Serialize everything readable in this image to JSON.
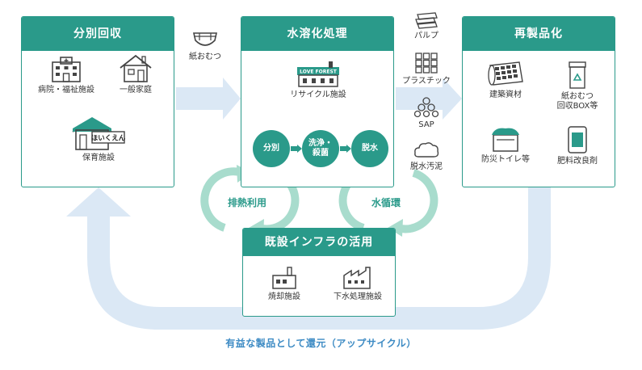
{
  "colors": {
    "teal": "#2a9a8a",
    "arrow_blue": "#dbe8f5",
    "caption_blue": "#3d8bc4",
    "cycle_green": "#a8dccd"
  },
  "sort": {
    "title": "分別回収",
    "items": [
      {
        "label": "病院・福祉施設",
        "icon": "hospital-icon"
      },
      {
        "label": "一般家庭",
        "icon": "house-icon"
      },
      {
        "label": "保育施設",
        "icon": "nursery-icon"
      }
    ],
    "nursery_sign": "ほいくえん"
  },
  "diaper": {
    "label": "紙おむつ",
    "icon": "diaper-icon"
  },
  "process": {
    "title": "水溶化処理",
    "facility_label": "リサイクル施設",
    "facility_sign": "LOVE FOREST",
    "steps": [
      "分別",
      "洗浄・\n殺菌",
      "脱水"
    ]
  },
  "outputs": [
    {
      "label": "パルプ",
      "icon": "pulp-icon"
    },
    {
      "label": "プラスチック",
      "icon": "plastic-icon"
    },
    {
      "label": "SAP",
      "icon": "sap-icon"
    },
    {
      "label": "脱水汚泥",
      "icon": "sludge-icon"
    }
  ],
  "remake": {
    "title": "再製品化",
    "items": [
      {
        "label": "建築資材",
        "icon": "building-material-icon"
      },
      {
        "label": "紙おむつ\n回収BOX等",
        "icon": "collection-box-icon"
      },
      {
        "label": "防災トイレ等",
        "icon": "disaster-toilet-icon"
      },
      {
        "label": "肥料改良剤",
        "icon": "fertilizer-icon"
      }
    ]
  },
  "infra": {
    "title": "既設インフラの活用",
    "items": [
      {
        "label": "焼却施設",
        "icon": "incinerator-icon"
      },
      {
        "label": "下水処理施設",
        "icon": "sewage-plant-icon"
      }
    ]
  },
  "cycles": {
    "left": "排熱利用",
    "right": "水循環"
  },
  "caption": "有益な製品として還元（アップサイクル）"
}
